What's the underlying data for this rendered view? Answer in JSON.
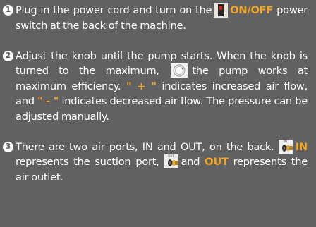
{
  "steps": [
    {
      "number": "1",
      "text_before": "Plug in the power cord and turn on the",
      "highlight": "ON/OFF",
      "text_after": "power switch at the back of the machine."
    },
    {
      "number": "2",
      "text_a": "Adjust the knob until the pump starts.  When the knob is turned to the maximum,",
      "text_b": "the pump works at maximum efficiency.",
      "plus_symbol": "\" + \"",
      "text_c": "indicates increased air flow, and",
      "minus_symbol": "\" - \"",
      "text_d": "indicates decreased air flow. The pressure can be adjusted manually."
    },
    {
      "number": "3",
      "text_a": "There are two air ports, IN and OUT, on the back.",
      "in_port_label": "IN",
      "in_highlight": "IN",
      "text_b": "represents the suction port,",
      "out_port_label": "OUT",
      "text_c": "and",
      "out_highlight": "OUT",
      "text_d": "represents the air outlet."
    }
  ],
  "icons": {
    "switch": "power-switch-icon",
    "knob": "knob-max-icon",
    "in_port": "in-port-icon",
    "out_port": "out-port-icon"
  },
  "colors": {
    "background": "#616161",
    "text": "#ffffff",
    "highlight": "#f5a623",
    "switch_lamp": "#e0221b",
    "port_fitting": "#c8962a"
  }
}
